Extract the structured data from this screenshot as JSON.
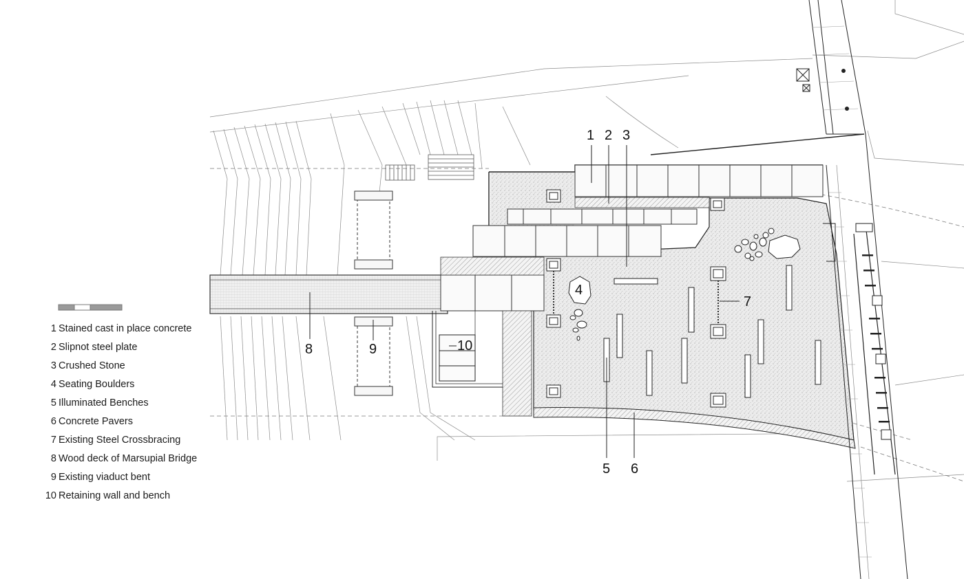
{
  "legend": [
    {
      "num": "1",
      "text": "Stained cast in place concrete"
    },
    {
      "num": "2",
      "text": "Slipnot steel plate"
    },
    {
      "num": "3",
      "text": "Crushed Stone"
    },
    {
      "num": "4",
      "text": "Seating Boulders"
    },
    {
      "num": "5",
      "text": "Illuminated Benches"
    },
    {
      "num": "6",
      "text": "Concrete Pavers"
    },
    {
      "num": "7",
      "text": "Existing Steel Crossbracing"
    },
    {
      "num": "8",
      "text": "Wood deck of Marsupial Bridge"
    },
    {
      "num": "9",
      "text": "Existing viaduct bent"
    },
    {
      "num": "10",
      "text": "Retaining wall and bench"
    }
  ],
  "callouts": {
    "c1": "1",
    "c2": "2",
    "c3": "3",
    "c4": "4",
    "c5": "5",
    "c6": "6",
    "c7": "7",
    "c8": "8",
    "c9": "9",
    "c10": "10"
  },
  "colors": {
    "ink": "#2a2a2a",
    "fine": "#8a8a8a",
    "stone_fill": "#e9e9e9",
    "hatch": "#9a9a9a"
  }
}
